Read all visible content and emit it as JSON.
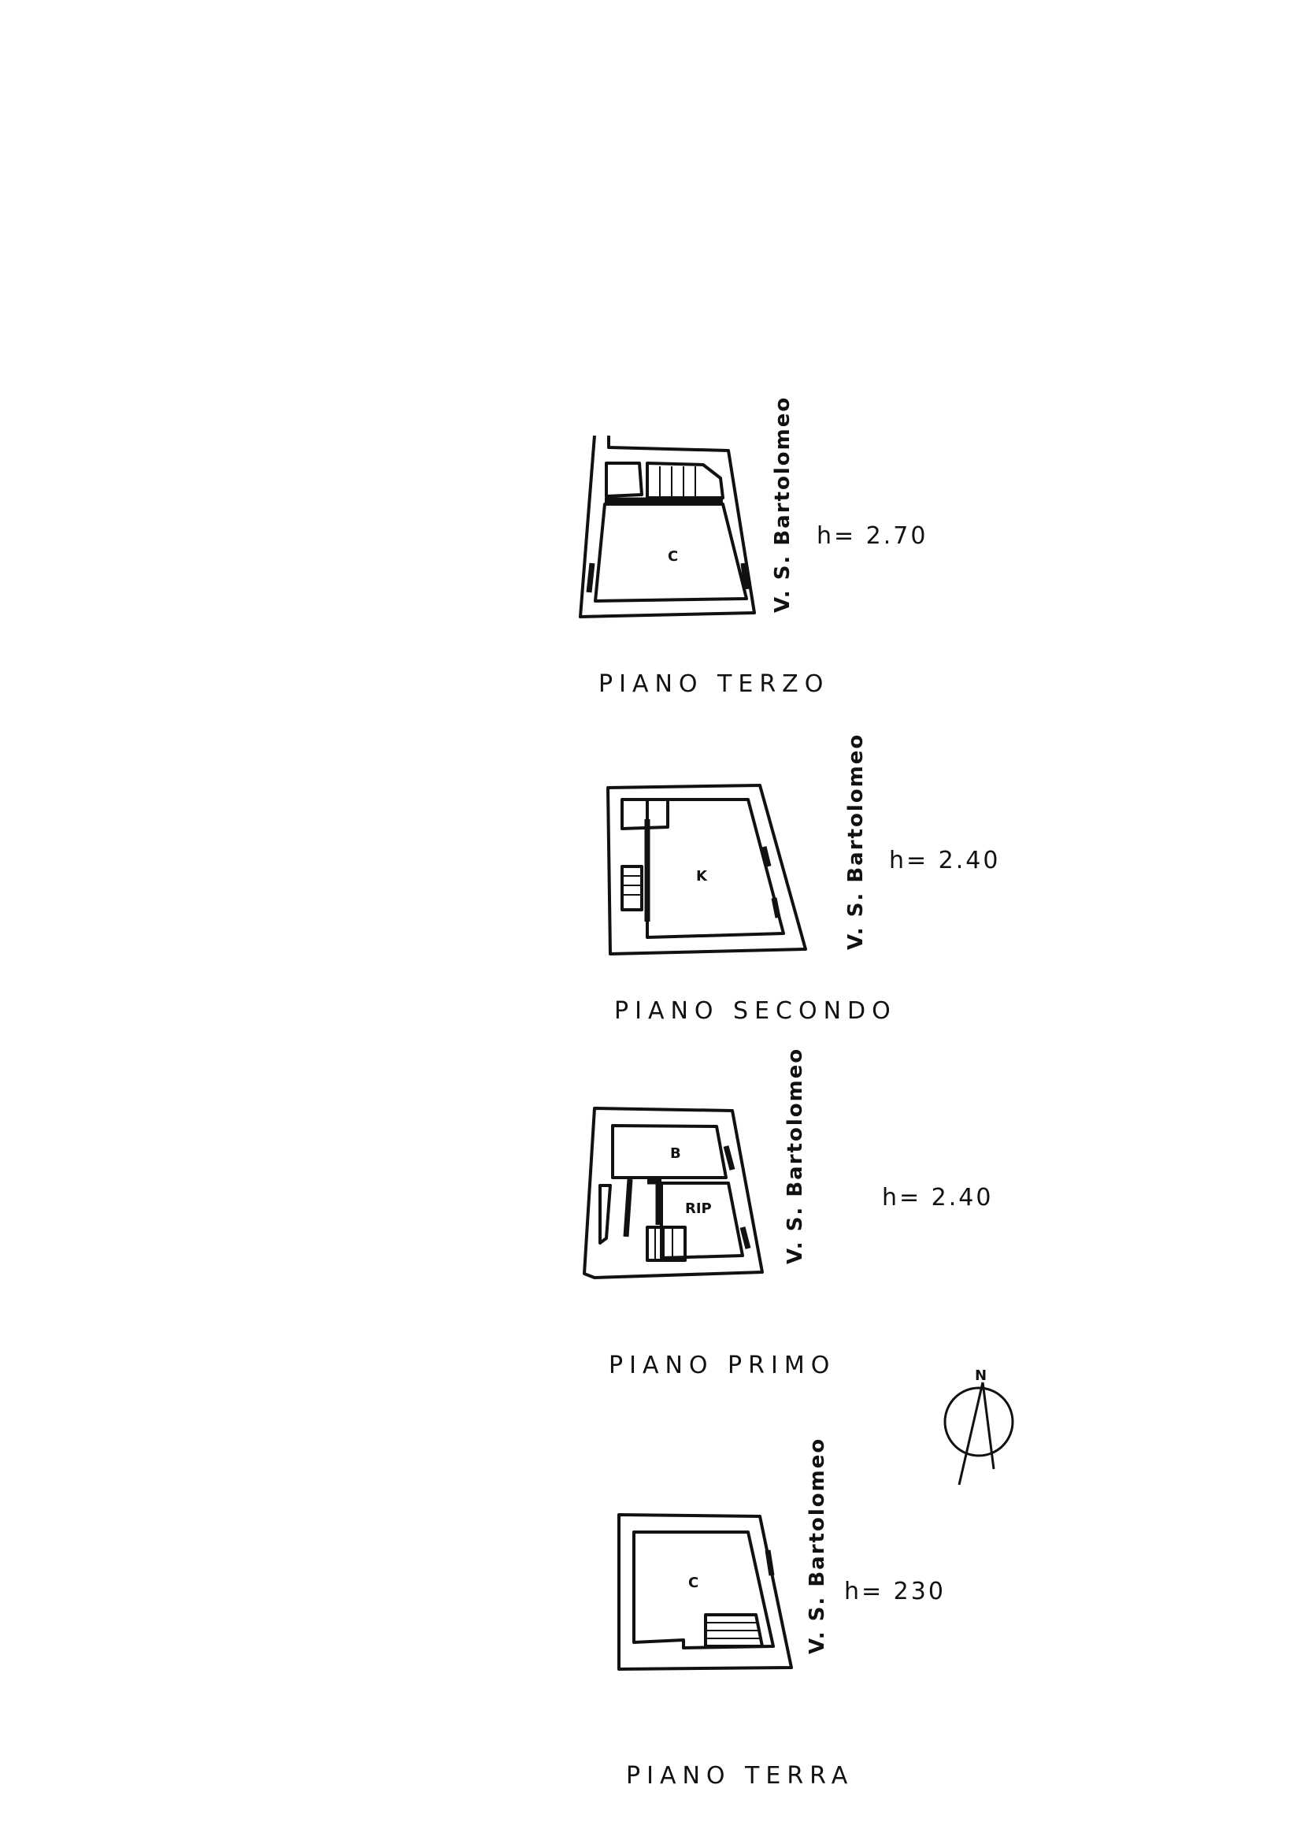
{
  "plans": [
    {
      "title": "PIANO TERZO",
      "height": "h= 2.70",
      "street": "V. S. Bartolomeo",
      "rooms": [
        "C"
      ]
    },
    {
      "title": "PIANO SECONDO",
      "height": "h= 2.40",
      "street": "V. S. Bartolomeo",
      "rooms": [
        "K"
      ]
    },
    {
      "title": "PIANO PRIMO",
      "height": "h= 2.40",
      "street": "V. S. Bartolomeo",
      "rooms": [
        "B",
        "RIP"
      ]
    },
    {
      "title": "PIANO TERRA",
      "height": "h= 230",
      "street": "V. S. Bartolomeo",
      "rooms": [
        "C"
      ]
    }
  ],
  "north_arrow": {
    "label": "N"
  }
}
